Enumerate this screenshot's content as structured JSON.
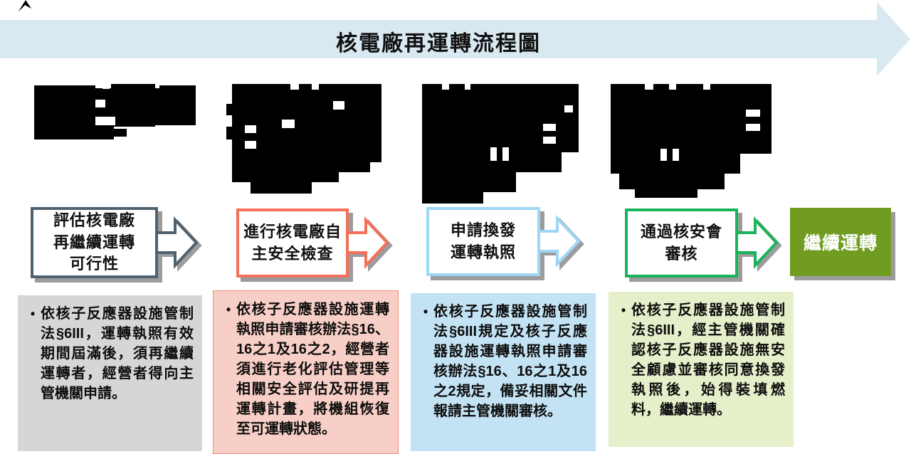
{
  "banner": {
    "title": "核電廠再運轉流程圖",
    "bg_color": "#d9e9f1"
  },
  "steps": [
    {
      "label": "評估核電廠\n再繼續運轉\n可行性",
      "border_color": "#51626f",
      "detail_bg": "#d6d6d6",
      "detail": "依核子反應器設施管制法§6III，運轉執照有效期間屆滿後，須再繼續運轉者，經營者得向主管機關申請。"
    },
    {
      "label": "進行核電廠自\n主安全檢查",
      "border_color": "#f4705a",
      "detail_bg": "#f8cfc6",
      "detail": "依核子反應器設施運轉執照申請審核辦法§16、16之1及16之2，經營者須進行老化評估管理等相關安全評估及研提再運轉計畫，將機組恢復至可運轉狀態。"
    },
    {
      "label": "申請換發\n運轉執照",
      "border_color": "#9ed7f5",
      "detail_bg": "#c3e2f3",
      "detail": "依核子反應器設施管制法§6III規定及核子反應器設施運轉執照申請審核辦法§16、16之1及16之2規定，備妥相關文件報請主管機關審核。"
    },
    {
      "label": "通過核安會\n審核",
      "border_color": "#19b35a",
      "detail_bg": "#e5efca",
      "detail": "依核子反應器設施管制法§6III，經主管機關確認核子反應器設施無安全顧慮並審核同意換發執照後，始得裝填燃料，繼續運轉。"
    }
  ],
  "final_step": {
    "label": "繼續運轉",
    "bg_color": "#6f9c21",
    "text_color": "#ffffff"
  },
  "bullet": "•",
  "shadow_color": "#9c9c9c"
}
